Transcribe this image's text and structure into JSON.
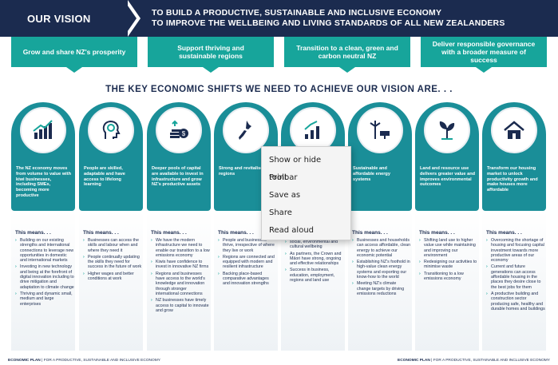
{
  "header": {
    "vision_label": "OUR VISION",
    "title_line1": "TO BUILD A PRODUCTIVE, SUSTAINABLE AND INCLUSIVE ECONOMY",
    "title_line2": "TO IMPROVE THE WELLBEING AND LIVING STANDARDS OF ALL NEW ZEALANDERS"
  },
  "goals": [
    "Grow and share NZ's prosperity",
    "Support thriving and sustainable regions",
    "Transition to a clean, green and carbon neutral NZ",
    "Deliver responsible governance with a broader measure of success"
  ],
  "shifts_heading": "THE KEY ECONOMIC SHIFTS WE NEED TO ACHIEVE OUR VISION ARE. . .",
  "means_title": "This means. . .",
  "columns": [
    {
      "icon": "growth-chart-icon",
      "card_text": "The NZ economy moves from volume to value with kiwi businesses, including SMEs, becoming more productive",
      "bullets": [
        "Building on our existing strengths and international connections to leverage new opportunities in domestic and international markets",
        "Investing in new technology and being at the forefront of digital innovation including to drive mitigation and adaptation to climate change",
        "Thriving and dynamic small, medium and large enterprises"
      ]
    },
    {
      "icon": "head-gear-icon",
      "card_text": "People are skilled, adaptable and have access to lifelong learning",
      "bullets": [
        "Businesses can access the skills and labour when and where they need it",
        "People continually updating the skills they need for success in the future of work",
        "Higher wages and better conditions at work"
      ]
    },
    {
      "icon": "coins-icon",
      "card_text": "Deeper pools of capital are available to invest in infrastructure and grow NZ's productive assets",
      "bullets": [
        "We have the modern infrastructure we need to enable our transition to a low emissions economy",
        "Kiwis have confidence to invest in innovative NZ firms",
        "Regions and businesses have access to the world's knowledge and innovation through stronger international connections",
        "NZ businesses have timely access to capital to innovate and grow"
      ]
    },
    {
      "icon": "nz-map-icon",
      "card_text": "Strong and revitalised regions",
      "bullets": [
        "People and businesses thrive, irrespective of where they live or work",
        "Regions are connected and equipped with modern and resilient infrastructure",
        "Backing place-based comparative advantages and innovation strengths"
      ]
    },
    {
      "icon": "rising-bars-icon",
      "card_text": "",
      "bullets": [
        "social, environmental and cultural wellbeing",
        "As partners, the Crown and Māori have strong, ongoing and effective relationships",
        "Success in business, education, employment, regions and land use"
      ]
    },
    {
      "icon": "wind-solar-icon",
      "card_text": "Sustainable and affordable energy systems",
      "bullets": [
        "Businesses and households can access affordable, clean energy to achieve our economic potential",
        "Establishing NZ's foothold in high-value clean energy systems and exporting our know-how to the world",
        "Meeting NZ's climate change targets by driving emissions reductions"
      ]
    },
    {
      "icon": "plant-icon",
      "card_text": "Land and resource use delivers greater value and improves environmental outcomes",
      "bullets": [
        "Shifting land use to higher value use while maintaining and improving our environment",
        "Redesigning our activities to minimise waste",
        "Transitioning to a low emissions economy"
      ]
    },
    {
      "icon": "house-icon",
      "card_text": "Transform our housing market to unlock productivity growth and make houses more affordable",
      "bullets": [
        "Overcoming the shortage of housing and focusing capital investment towards more productive areas of our economy",
        "Current and future generations can access affordable housing in the places they desire close to the best jobs for them",
        "A productive building and construction sector producing safe, healthy and durable homes and buildings"
      ]
    }
  ],
  "footer": {
    "left_bold": "ECONOMIC PLAN",
    "left_rest": "| FOR A PRODUCTIVE, SUSTAINABLE AND INCLUSIVE ECONOMY",
    "right_bold": "ECONOMIC PLAN",
    "right_rest": "| FOR A PRODUCTIVE, SUSTAINABLE AND INCLUSIVE ECONOMY"
  },
  "context_menu": {
    "items": [
      "Show or hide toolbar",
      "Print",
      "Save as",
      "Share",
      "Read aloud"
    ]
  },
  "colors": {
    "navy": "#1b2b4f",
    "teal": "#17a59b",
    "card_teal": "#1a8e98"
  }
}
